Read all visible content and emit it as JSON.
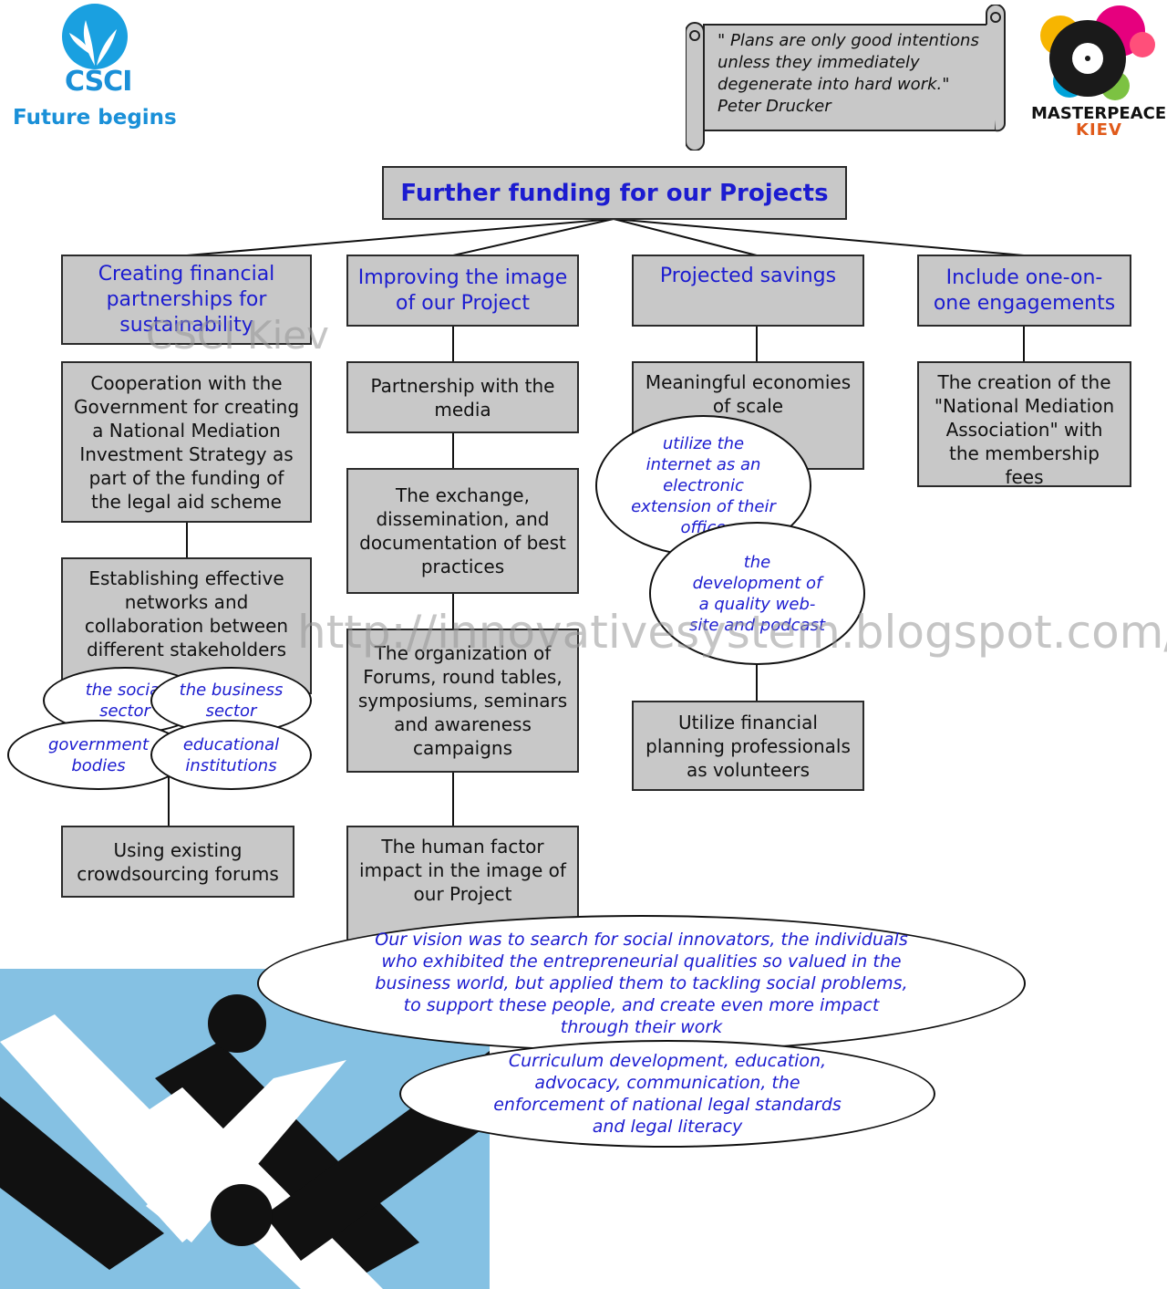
{
  "logo_left": {
    "brand": "CSCI",
    "tagline": "Future begins"
  },
  "logo_right": {
    "name": "MASTERPEACE",
    "city": "KIEV"
  },
  "quote": {
    "line1": "\" Plans are only good intentions",
    "line2": "unless they immediately",
    "line3": "degenerate into hard work.\"",
    "author": "Peter Drucker"
  },
  "root": "Further funding for our Projects",
  "columns": [
    {
      "header": "Creating financial partnerships for sustainability",
      "items": [
        "Cooperation with the Government for creating a National Mediation Investment Strategy as part of the funding of the legal aid scheme",
        "Establishing effective networks and collaboration between different stakeholders",
        "Using existing crowdsourcing forums"
      ],
      "stakeholders": [
        "the social sector",
        "the business sector",
        "government bodies",
        "educational institutions"
      ]
    },
    {
      "header": "Improving the image of our Project",
      "items": [
        "Partnership with the media",
        "The exchange, dissemination, and documentation of best practices",
        "The organization of Forums, round tables, symposiums, seminars and awareness campaigns",
        "The human factor impact in the image of our Project"
      ]
    },
    {
      "header": "Projected savings",
      "items": [
        "Meaningful economies of scale",
        "Utilize financial planning professionals as volunteers"
      ],
      "notes": [
        "utilize the internet as an electronic extension of their office",
        "the development of a quality web-site and podcast"
      ]
    },
    {
      "header": "Include one-on-one engagements",
      "items": [
        "The creation of the \"National Mediation Association\" with the membership fees"
      ]
    }
  ],
  "vision": "Our vision was to search for social innovators, the individuals who exhibited the entrepreneurial qualities so valued in the business world, but applied them to tackling social problems, to support these people, and create even more impact through their work",
  "curriculum": "Curriculum development, education, advocacy, communication, the enforcement of national legal standards and legal literacy",
  "watermarks": {
    "center": "CSCI Kiev",
    "url": "http://innovativesystem.blogspot.com/"
  },
  "colors": {
    "box_fill": "#c8c8c8",
    "text_blue": "#1c1cd0",
    "handshake_bg": "#85c1e3"
  }
}
